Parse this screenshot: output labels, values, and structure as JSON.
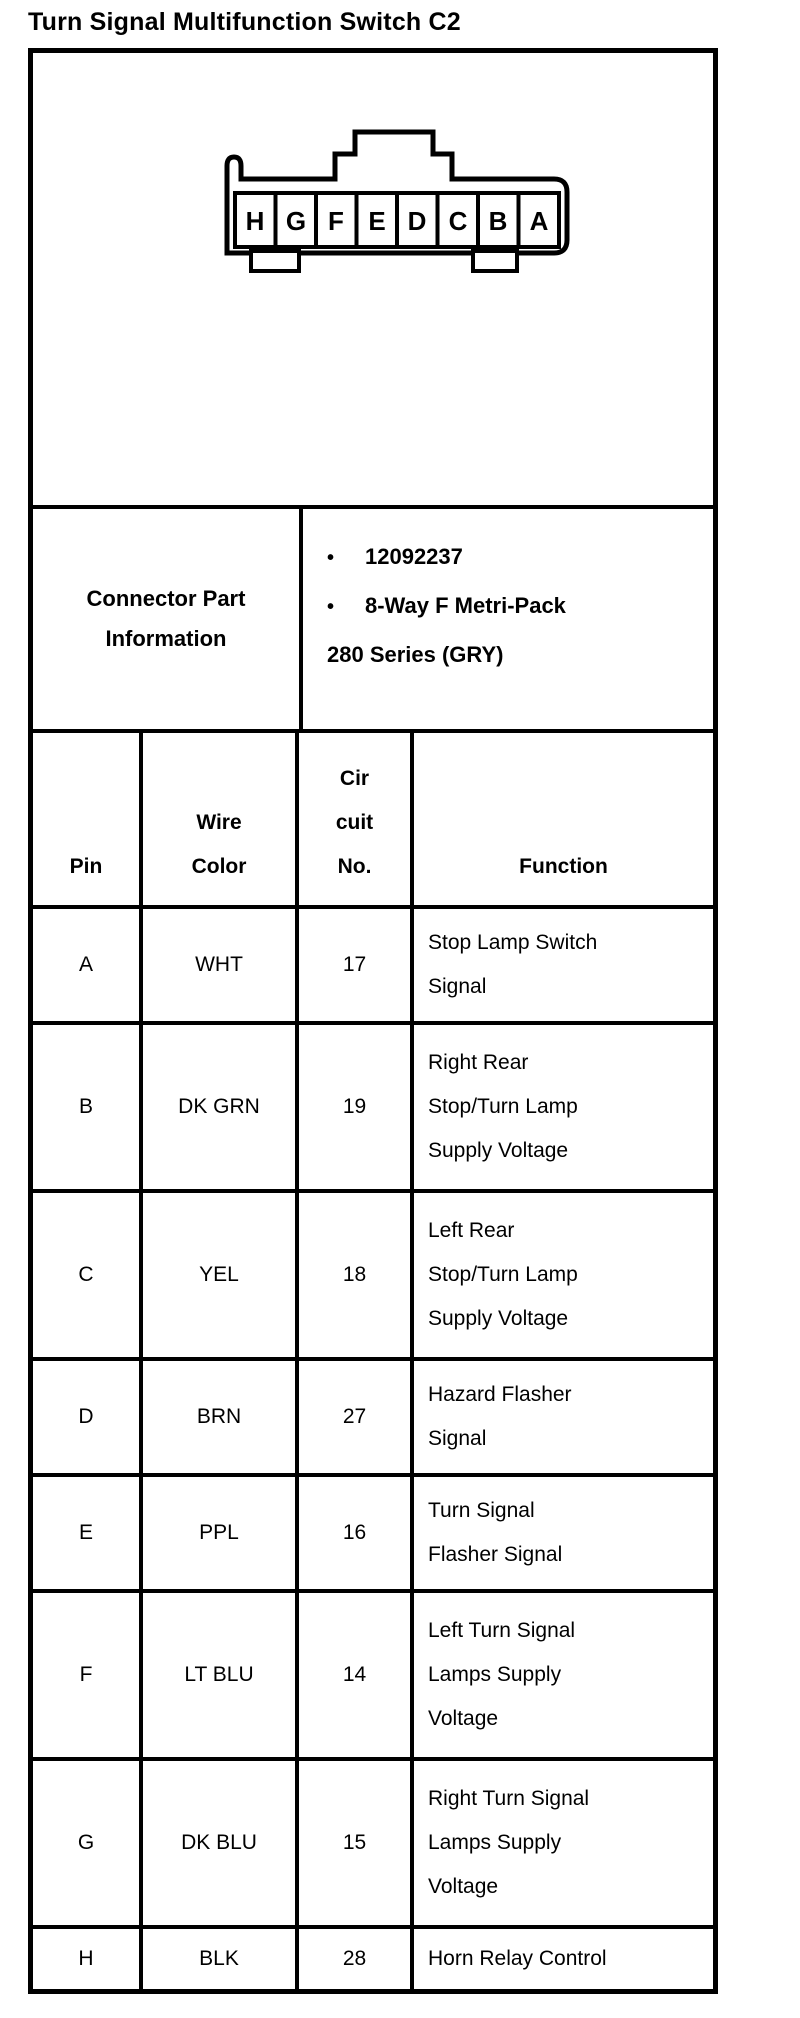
{
  "page_title": "Turn Signal Multifunction Switch C2",
  "diagram": {
    "pins_left_to_right": [
      "H",
      "G",
      "F",
      "E",
      "D",
      "C",
      "B",
      "A"
    ]
  },
  "connector_part_information": {
    "row_label": "Connector Part\nInformation",
    "bullet_char": "•",
    "bullets": [
      "12092237",
      "8-Way F Metri-Pack"
    ],
    "continuation": "280 Series (GRY)"
  },
  "pin_table": {
    "headers": {
      "pin": "Pin",
      "wire_color": "Wire\nColor",
      "circuit_no": "Cir\ncuit\nNo.",
      "function": "Function"
    },
    "rows": [
      {
        "pin": "A",
        "wire_color": "WHT",
        "circuit_no": "17",
        "function": "Stop Lamp Switch\nSignal"
      },
      {
        "pin": "B",
        "wire_color": "DK GRN",
        "circuit_no": "19",
        "function": "Right Rear\nStop/Turn Lamp\nSupply Voltage"
      },
      {
        "pin": "C",
        "wire_color": "YEL",
        "circuit_no": "18",
        "function": "Left Rear\nStop/Turn Lamp\nSupply Voltage"
      },
      {
        "pin": "D",
        "wire_color": "BRN",
        "circuit_no": "27",
        "function": "Hazard Flasher\nSignal"
      },
      {
        "pin": "E",
        "wire_color": "PPL",
        "circuit_no": "16",
        "function": "Turn Signal\nFlasher Signal"
      },
      {
        "pin": "F",
        "wire_color": "LT BLU",
        "circuit_no": "14",
        "function": "Left Turn Signal\nLamps Supply\nVoltage"
      },
      {
        "pin": "G",
        "wire_color": "DK BLU",
        "circuit_no": "15",
        "function": "Right Turn Signal\nLamps Supply\nVoltage"
      },
      {
        "pin": "H",
        "wire_color": "BLK",
        "circuit_no": "28",
        "function": "Horn Relay Control"
      }
    ]
  },
  "colors": {
    "foreground": "#000000",
    "background": "#ffffff"
  }
}
